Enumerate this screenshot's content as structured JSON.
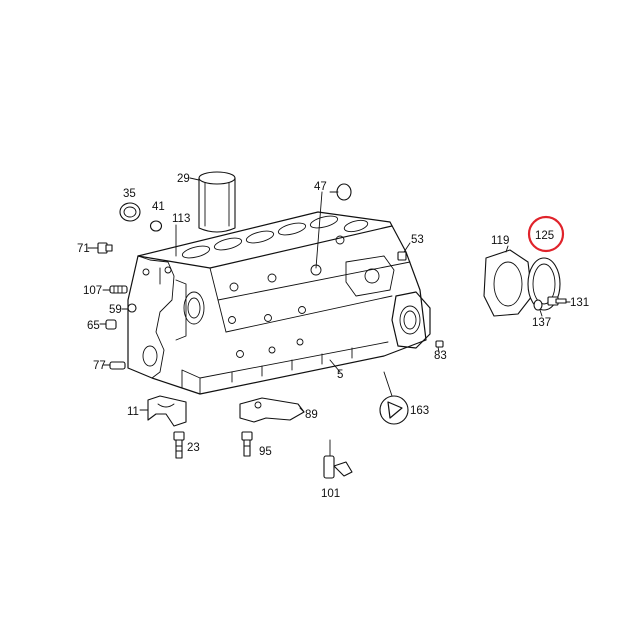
{
  "diagram": {
    "parts": [
      {
        "id": "p29",
        "label": "29"
      },
      {
        "id": "p35",
        "label": "35"
      },
      {
        "id": "p41",
        "label": "41"
      },
      {
        "id": "p113",
        "label": "113"
      },
      {
        "id": "p71",
        "label": "71"
      },
      {
        "id": "p107",
        "label": "107"
      },
      {
        "id": "p59",
        "label": "59"
      },
      {
        "id": "p65",
        "label": "65"
      },
      {
        "id": "p77",
        "label": "77"
      },
      {
        "id": "p11",
        "label": "11"
      },
      {
        "id": "p23",
        "label": "23"
      },
      {
        "id": "p95",
        "label": "95"
      },
      {
        "id": "p89",
        "label": "89"
      },
      {
        "id": "p101",
        "label": "101"
      },
      {
        "id": "p5",
        "label": "5"
      },
      {
        "id": "p163",
        "label": "163"
      },
      {
        "id": "p83",
        "label": "83"
      },
      {
        "id": "p53",
        "label": "53"
      },
      {
        "id": "p47",
        "label": "47"
      },
      {
        "id": "p119",
        "label": "119"
      },
      {
        "id": "p125",
        "label": "125"
      },
      {
        "id": "p131",
        "label": "131"
      },
      {
        "id": "p137",
        "label": "137"
      }
    ],
    "highlighted_part": "125",
    "highlight_color": "#e0232b"
  }
}
